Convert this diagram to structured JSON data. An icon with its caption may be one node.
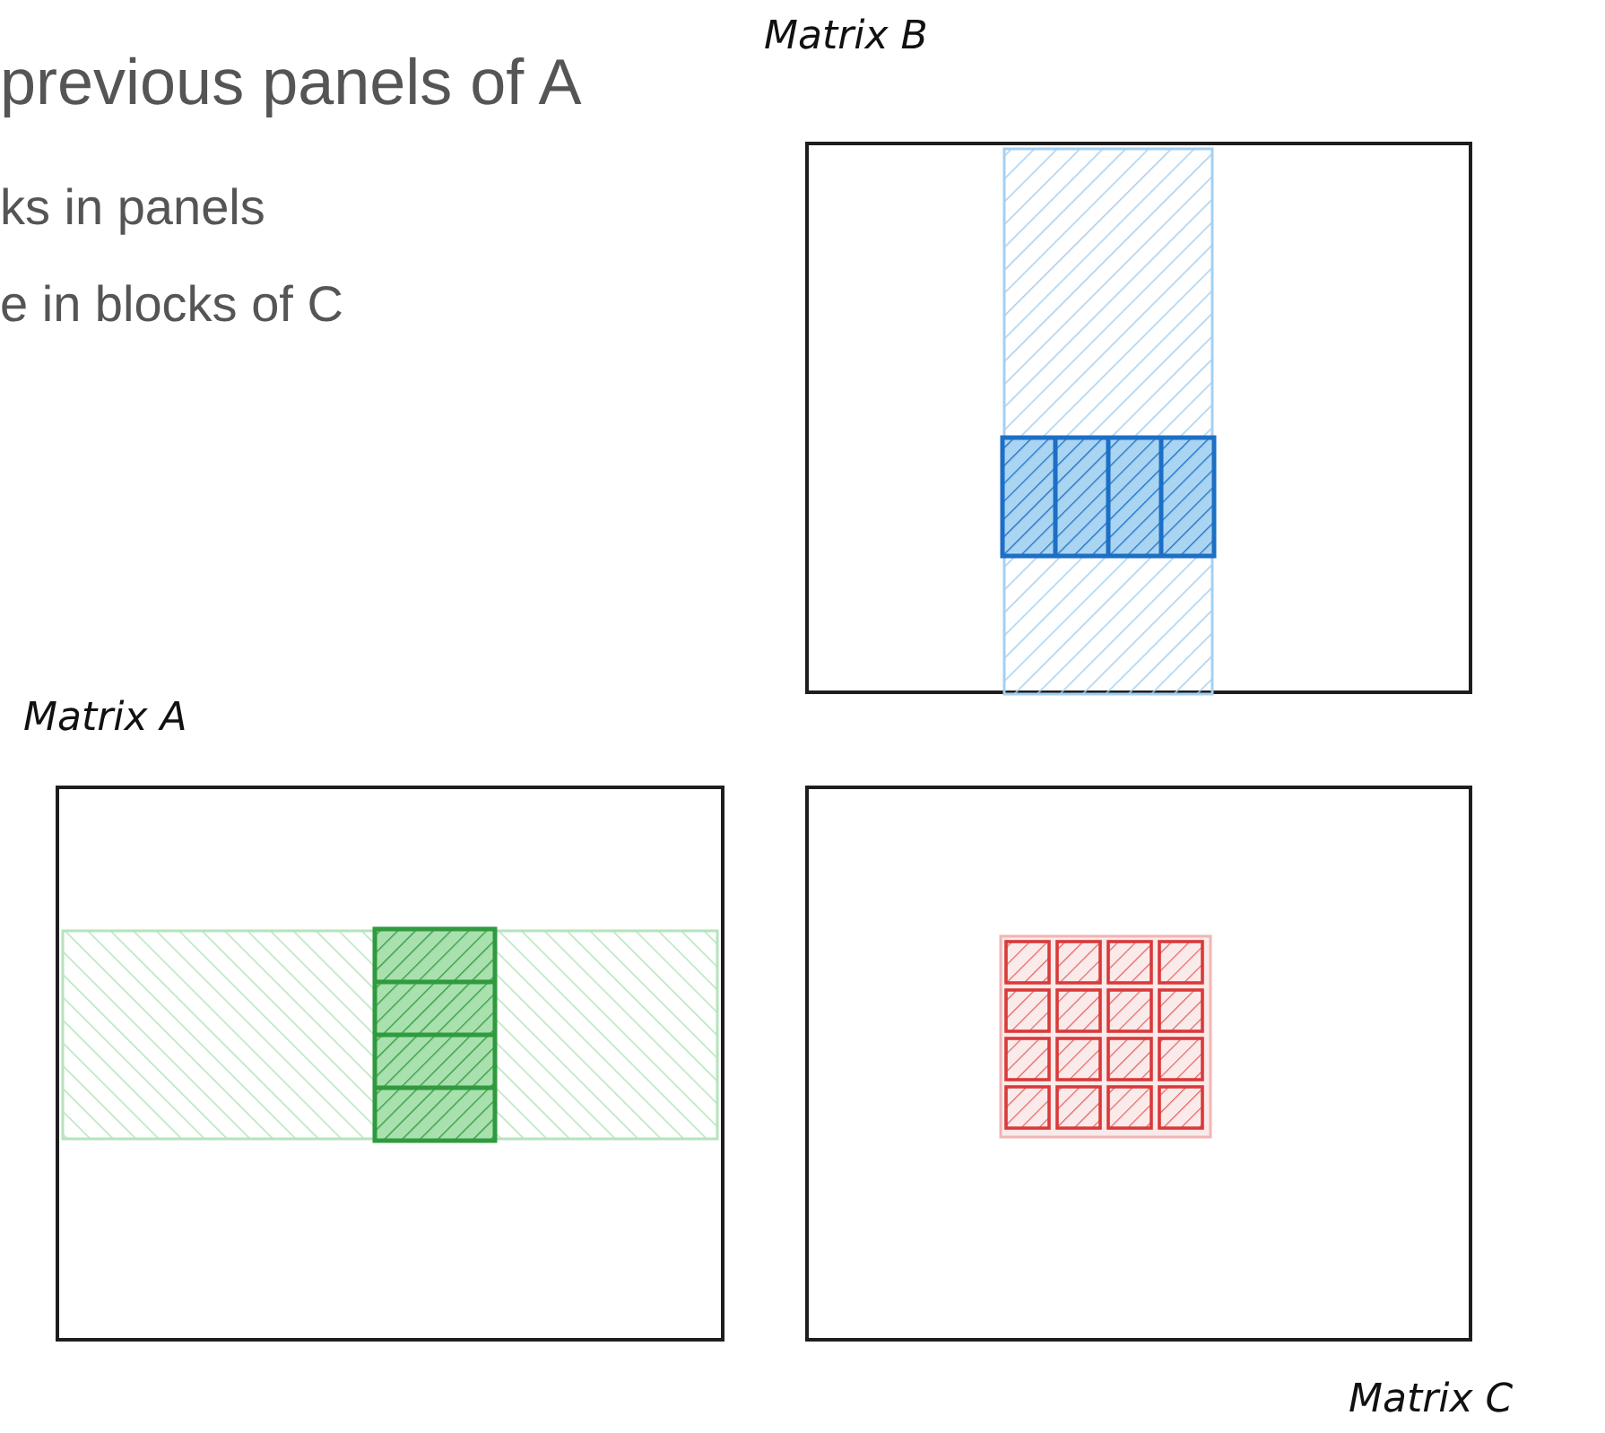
{
  "diagram": {
    "nodes": [
      {
        "text": [
          "Matrix B"
        ]
      },
      {
        "text": [
          "Matrix A"
        ]
      },
      {
        "text": [
          "Matrix C"
        ]
      }
    ],
    "labels": [
      "previous panels of A",
      "ks in panels",
      "e in blocks of C"
    ]
  }
}
